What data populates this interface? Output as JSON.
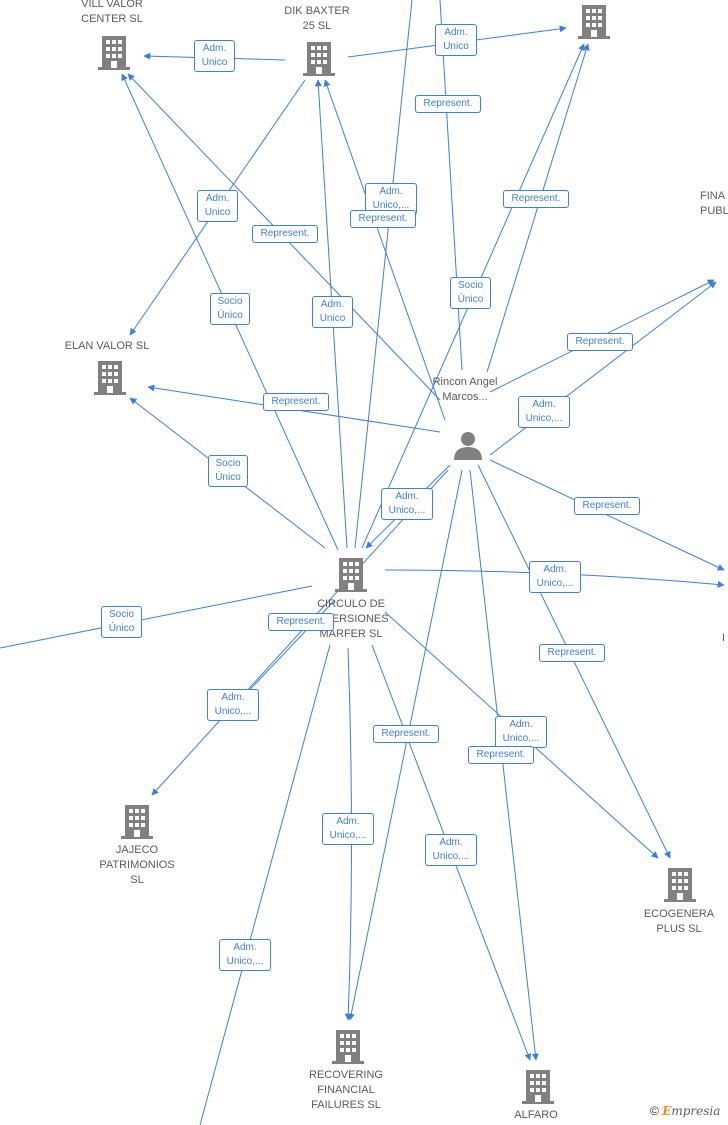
{
  "colors": {
    "edge": "#3f7fd6",
    "node_icon": "#808080",
    "node_text": "#5a5a5a",
    "brand_orange": "#f08a1c"
  },
  "nodes": {
    "vill_valor": "VILL VALOR CENTER  SL",
    "dik_baxter": "DIK BAXTER 25 SL",
    "elan_valor": "ELAN VALOR  SL",
    "person": "Rincon Angel Marcos...",
    "fina_partial": "FINA PUBL",
    "circulo": "CIRCULO DE INVERSIONES MARFER  SL",
    "jajeco": "JAJECO PATRIMONIOS SL",
    "ecogenera": "ECOGENERA PLUS  SL",
    "recovering": "RECOVERING FINANCIAL FAILURES  SL",
    "alfaro": "ALFARO",
    "partial_i": "I"
  },
  "edge_labels": {
    "l1": "Adm. Unico",
    "l2": "Adm. Unico",
    "l3": "Represent.",
    "l4": "Represent.",
    "l5": "Adm. Unico,...",
    "l6": "Represent.",
    "l7": "Adm. Unico",
    "l8": "Represent.",
    "l9": "Socio Único",
    "l10": "Adm. Unico",
    "l11": "Socio Único",
    "l12": "Represent.",
    "l13": "Represent.",
    "l14": "Adm. Unico,...",
    "l15": "Socio Único",
    "l16": "Adm. Unico,...",
    "l17": "Represent.",
    "l18": "Adm. Unico,...",
    "l19": "Socio Único",
    "l20": "Represent.",
    "l21": "Represent.",
    "l22": "Adm. Unico,...",
    "l23": "Represent.",
    "l24": "Represent.",
    "l25": "Adm. Unico,...",
    "l26": "Adm. Unico,...",
    "l27": "Adm. Unico,...",
    "l28": "Adm. Unico,..."
  },
  "footer": {
    "copyright_symbol": "©",
    "brand_first": "E",
    "brand_rest": "mpresia"
  }
}
